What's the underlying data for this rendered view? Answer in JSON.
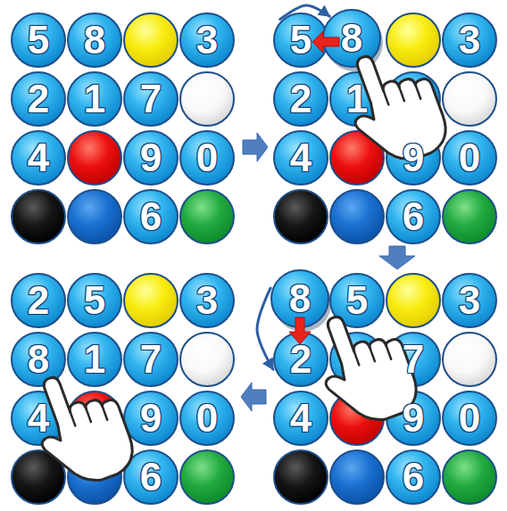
{
  "diagram": {
    "nodes": [
      {
        "text": [
          "5"
        ]
      },
      {
        "text": [
          "8"
        ]
      },
      {
        "text": [
          "3"
        ]
      },
      {
        "text": [
          "2"
        ]
      },
      {
        "text": [
          "1"
        ]
      },
      {
        "text": [
          "7"
        ]
      },
      {
        "text": [
          "4"
        ]
      },
      {
        "text": [
          "9"
        ]
      },
      {
        "text": [
          "0"
        ]
      },
      {
        "text": [
          "6"
        ]
      },
      {
        "text": [
          "5"
        ]
      },
      {
        "text": [
          "8"
        ]
      },
      {
        "text": [
          "3"
        ]
      },
      {
        "text": [
          "2"
        ]
      },
      {
        "text": [
          "1"
        ]
      },
      {
        "text": [
          "4"
        ]
      },
      {
        "text": [
          "9"
        ]
      },
      {
        "text": [
          "0"
        ]
      },
      {
        "text": [
          "6"
        ]
      },
      {
        "text": [
          "8"
        ]
      },
      {
        "text": [
          "5"
        ]
      },
      {
        "text": [
          "3"
        ]
      },
      {
        "text": [
          "2"
        ]
      },
      {
        "text": [
          "7"
        ]
      },
      {
        "text": [
          "4"
        ]
      },
      {
        "text": [
          "9"
        ]
      },
      {
        "text": [
          "0"
        ]
      },
      {
        "text": [
          "6"
        ]
      },
      {
        "text": [
          "2"
        ]
      },
      {
        "text": [
          "5"
        ]
      },
      {
        "text": [
          "3"
        ]
      },
      {
        "text": [
          "8"
        ]
      },
      {
        "text": [
          "1"
        ]
      },
      {
        "text": [
          "7"
        ]
      },
      {
        "text": [
          "4"
        ]
      },
      {
        "text": [
          "9"
        ]
      },
      {
        "text": [
          "0"
        ]
      },
      {
        "text": [
          "6"
        ]
      }
    ],
    "edges": [
      {
        "from": 10,
        "to": 11,
        "arrow": "to"
      },
      {
        "from": 19,
        "to": 22,
        "arrow": "to"
      }
    ]
  }
}
